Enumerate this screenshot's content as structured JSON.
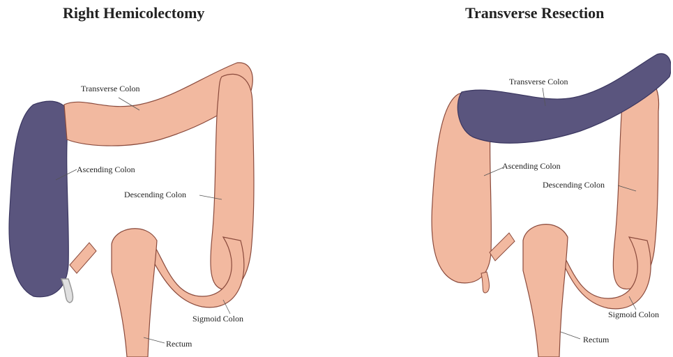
{
  "colors": {
    "healthy": "#f2b9a0",
    "healthy_dark": "#d98b72",
    "resected": "#5a557e",
    "resected_dark": "#3a3660",
    "outline": "#8a4a3c"
  },
  "panels": [
    {
      "title": "Right Hemicolectomy",
      "highlighted_segment": "ascending",
      "labels": {
        "transverse": "Transverse Colon",
        "ascending": "Ascending Colon",
        "descending": "Descending Colon",
        "sigmoid": "Sigmoid Colon",
        "rectum": "Rectum"
      }
    },
    {
      "title": "Transverse Resection",
      "highlighted_segment": "transverse",
      "labels": {
        "transverse": "Transverse Colon",
        "ascending": "Ascending Colon",
        "descending": "Descending Colon",
        "sigmoid": "Sigmoid Colon",
        "rectum": "Rectum"
      }
    }
  ]
}
